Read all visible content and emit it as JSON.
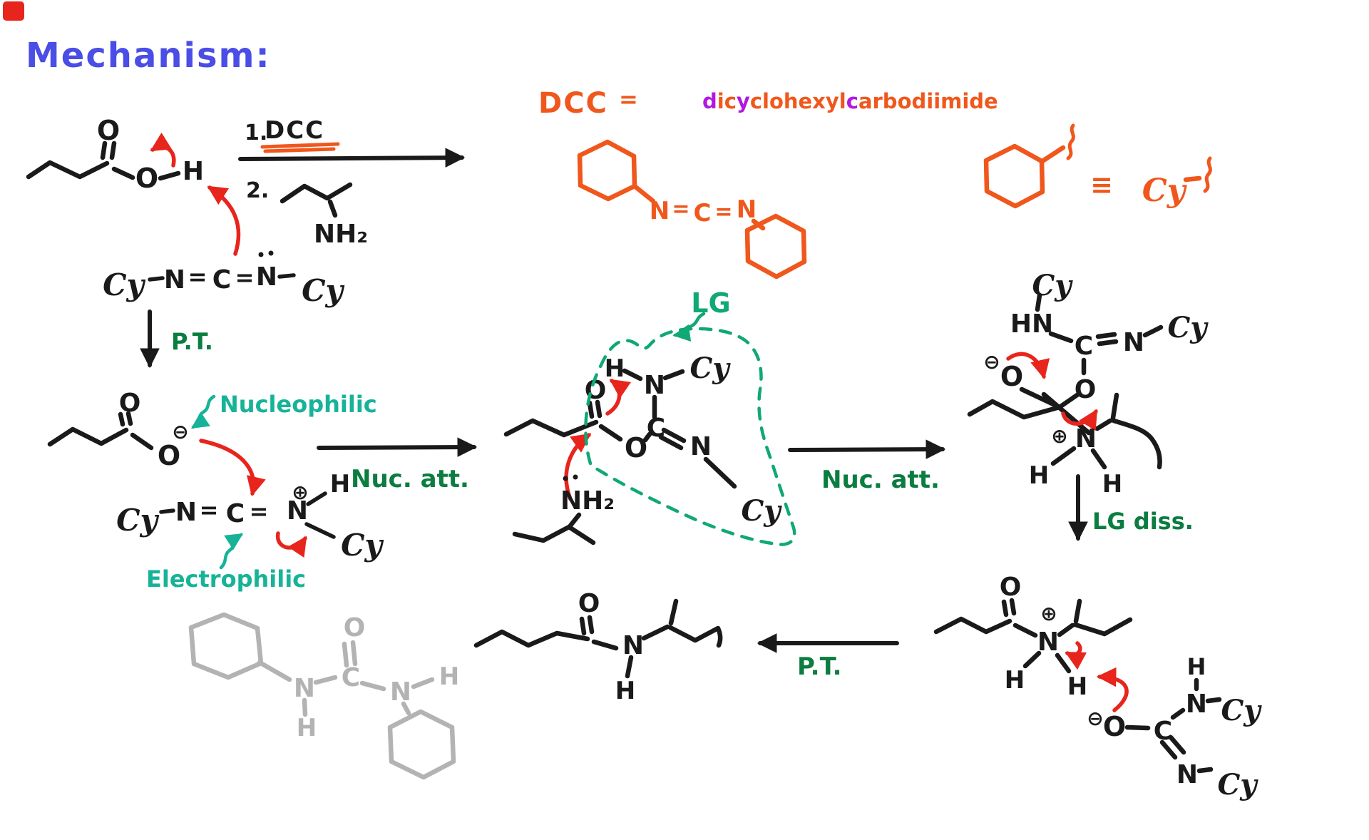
{
  "colors": {
    "title_blue": "#4a4de6",
    "orange": "#f0571c",
    "purple": "#b119e0",
    "teal": "#17b398",
    "lg_green": "#10a874",
    "dark_green": "#0b7d40",
    "arrow_red": "#e8251c",
    "ink_black": "#1a1a1a",
    "byproduct_gray": "#b3b3b3",
    "corner_mark": "#e8251c"
  },
  "title": "Mechanism:",
  "atoms": {
    "O": "O",
    "N": "N",
    "C": "C",
    "H": "H",
    "HN": "HN",
    "NH2": "NH₂",
    "Cy": "Cy"
  },
  "symbols": {
    "plus": "⊕",
    "minus": "⊖",
    "double_bond": "=",
    "single_bond": "–",
    "equiv": "≡"
  },
  "conditions": {
    "step1_num": "1.",
    "step1_reagent": "DCC",
    "step2_num": "2."
  },
  "dcc_definition": {
    "abbr": "DCC",
    "equals": "=",
    "name_segments": [
      {
        "text": "d"
      },
      {
        "text": "ic"
      },
      {
        "text": "y"
      },
      {
        "text": "clohexyl"
      },
      {
        "text": "c"
      },
      {
        "text": "arbodiimide"
      }
    ],
    "equiv_symbol": "≡",
    "cy_abbr": "Cy"
  },
  "step_labels": {
    "proton_transfer": "P.T.",
    "nucleophilic_attack": "Nuc. att.",
    "nucleophilic_attack_2": "Nuc. att.",
    "lg_dissociation": "LG diss.",
    "proton_transfer_2": "P.T."
  },
  "annotations": {
    "nucleophilic": "Nucleophilic",
    "electrophilic": "Electrophilic",
    "leaving_group": "LG"
  }
}
